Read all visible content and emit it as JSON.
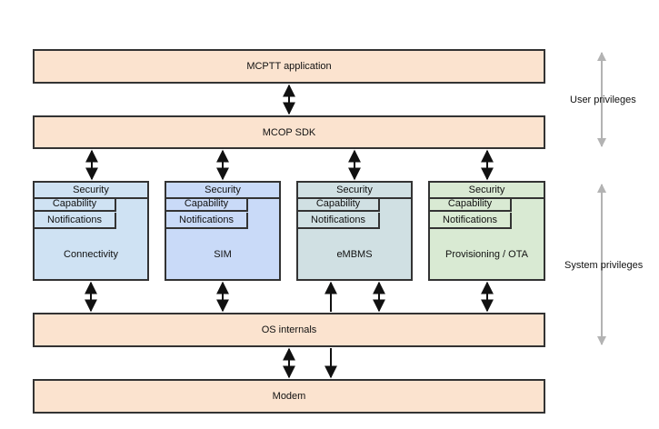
{
  "layers": {
    "application": "MCPTT application",
    "sdk": "MCOP SDK",
    "os": "OS internals",
    "modem": "Modem"
  },
  "modules": [
    {
      "name": "Connectivity",
      "security": "Security",
      "capability": "Capability",
      "notifications": "Notifications",
      "color": "#cfe2f3"
    },
    {
      "name": "SIM",
      "security": "Security",
      "capability": "Capability",
      "notifications": "Notifications",
      "color": "#c9daf8"
    },
    {
      "name": "eMBMS",
      "security": "Security",
      "capability": "Capability",
      "notifications": "Notifications",
      "color": "#d0e0e3"
    },
    {
      "name": "Provisioning / OTA",
      "security": "Security",
      "capability": "Capability",
      "notifications": "Notifications",
      "color": "#d9ead3"
    }
  ],
  "privileges": {
    "user": "User privileges",
    "system": "System privileges"
  },
  "colors": {
    "layer_fill": "#fbe3cf",
    "border": "#333333",
    "privilege_arrow": "#b3b3b3"
  }
}
